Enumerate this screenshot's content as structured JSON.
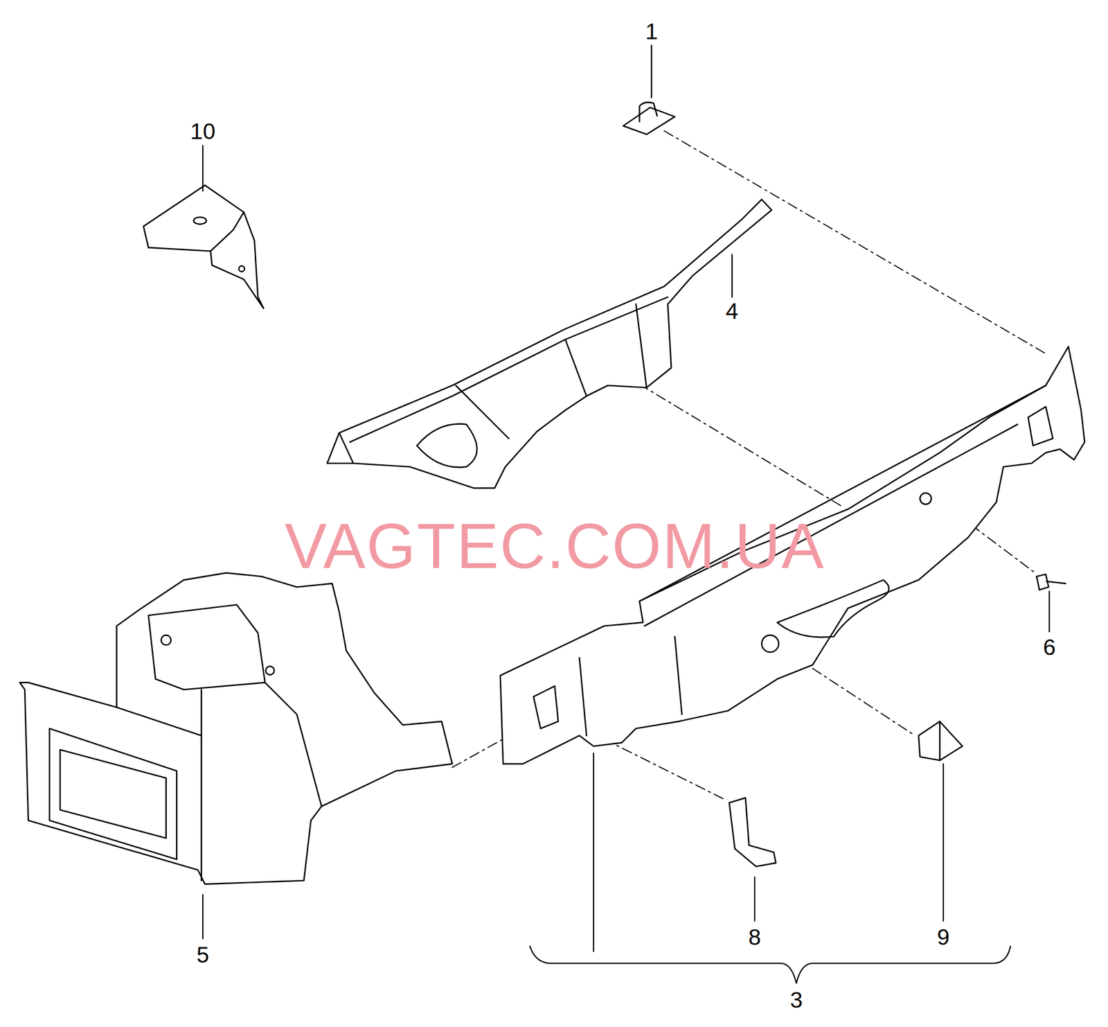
{
  "diagram": {
    "labels": [
      "1",
      "10",
      "4",
      "VAGTEC.COM.UA",
      "6",
      "5",
      "8",
      "9",
      "3"
    ]
  }
}
